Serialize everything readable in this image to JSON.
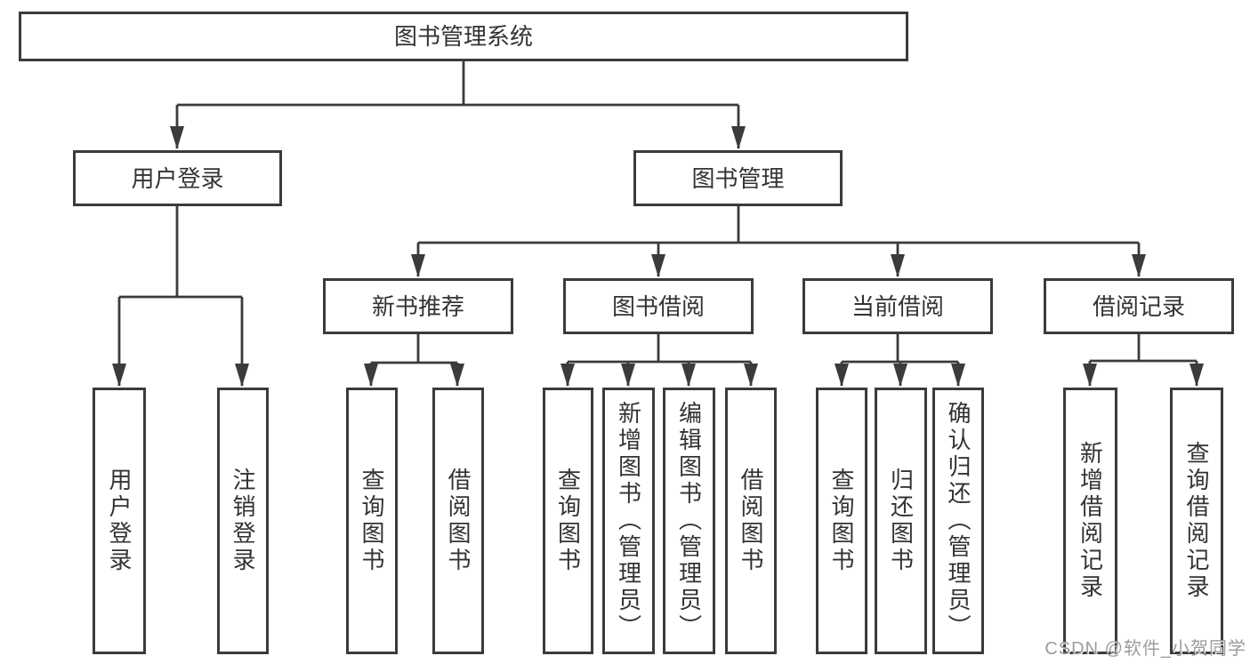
{
  "labels": {
    "root": "图书管理系统",
    "user_login": "用户登录",
    "book_management": "图书管理",
    "new_book_recommendation": "新书推荐",
    "book_borrowing": "图书借阅",
    "current_borrowing": "当前借阅",
    "borrowing_records": "借阅记录",
    "ul_user_login": "用户登录",
    "ul_logout": "注销登录",
    "nbr_query_books": "查询图书",
    "nbr_borrow_books": "借阅图书",
    "bb_query_books": "查询图书",
    "bb_add_books_admin": "新增图书（管理员）",
    "bb_edit_books_admin": "编辑图书（管理员）",
    "bb_borrow_books": "借阅图书",
    "cb_query_books": "查询图书",
    "cb_return_books": "归还图书",
    "cb_confirm_return_admin": "确认归还（管理员）",
    "br_add_record": "新增借阅记录",
    "br_query_record": "查询借阅记录"
  },
  "edges": [
    [
      "root",
      "user_login"
    ],
    [
      "root",
      "book_management"
    ],
    [
      "user_login",
      "ul_user_login"
    ],
    [
      "user_login",
      "ul_logout"
    ],
    [
      "book_management",
      "new_book_recommendation"
    ],
    [
      "book_management",
      "book_borrowing"
    ],
    [
      "book_management",
      "current_borrowing"
    ],
    [
      "book_management",
      "borrowing_records"
    ],
    [
      "new_book_recommendation",
      "nbr_query_books"
    ],
    [
      "new_book_recommendation",
      "nbr_borrow_books"
    ],
    [
      "book_borrowing",
      "bb_query_books"
    ],
    [
      "book_borrowing",
      "bb_add_books_admin"
    ],
    [
      "book_borrowing",
      "bb_edit_books_admin"
    ],
    [
      "book_borrowing",
      "bb_borrow_books"
    ],
    [
      "current_borrowing",
      "cb_query_books"
    ],
    [
      "current_borrowing",
      "cb_return_books"
    ],
    [
      "current_borrowing",
      "cb_confirm_return_admin"
    ],
    [
      "borrowing_records",
      "br_add_record"
    ],
    [
      "borrowing_records",
      "br_query_record"
    ]
  ],
  "watermark": "CSDN @软件_小贺同学",
  "colors": {
    "line": "#3b3b3b",
    "text": "#333333",
    "watermark": "#9c9c9c",
    "background": "#ffffff"
  }
}
